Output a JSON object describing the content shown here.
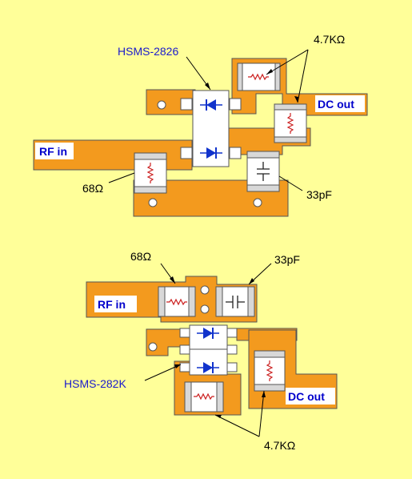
{
  "colors": {
    "background": "#ffff99",
    "copper": "#f39a1e",
    "outline": "#555555",
    "component_body": "#ffffff",
    "component_end": "#d8d8d8",
    "resistor_symbol": "#cc2222",
    "capacitor_symbol": "#222222",
    "diode_symbol": "#1133cc",
    "label_blue": "#1a1acc"
  },
  "top_layout": {
    "diode_label": "HSMS-2826",
    "resistor_top_label": "4.7KΩ",
    "dc_out_label": "DC out",
    "rf_in_label": "RF in",
    "resistor_68_label": "68Ω",
    "cap_label": "33pF"
  },
  "bottom_layout": {
    "resistor_68_label": "68Ω",
    "cap_label": "33pF",
    "rf_in_label": "RF in",
    "diode_label": "HSMS-282K",
    "dc_out_label": "DC out",
    "resistor_bottom_label": "4.7KΩ"
  }
}
